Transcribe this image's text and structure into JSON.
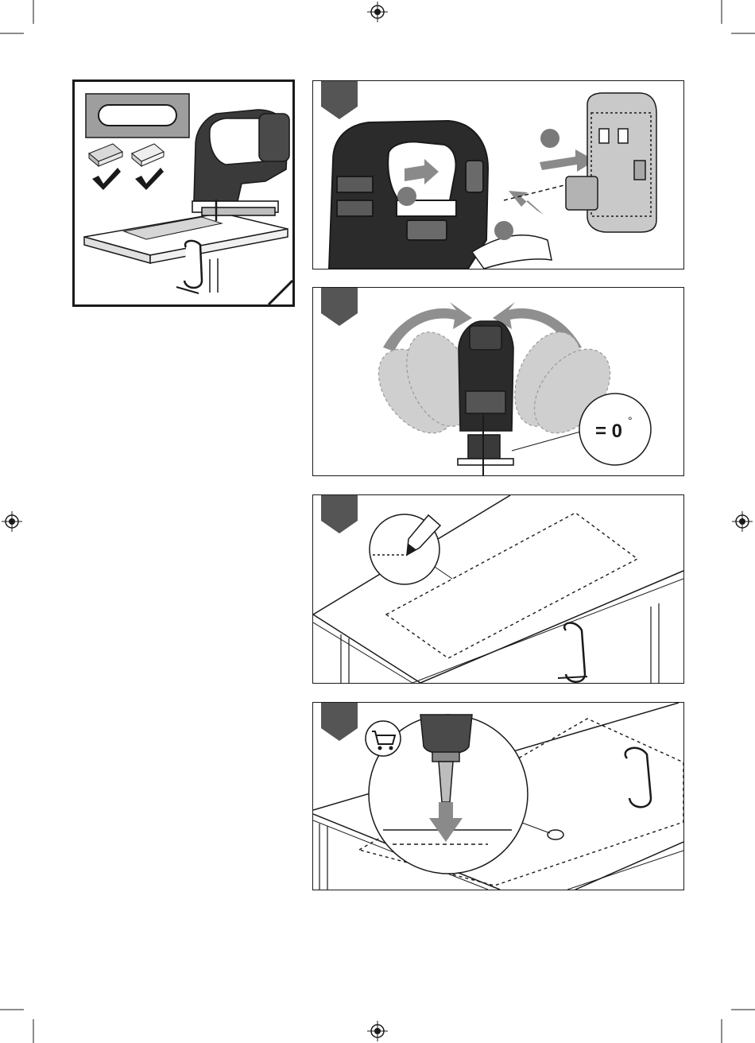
{
  "page": {
    "background": "#ffffff",
    "ink": "#1a1a1a",
    "flag_color": "#555555",
    "shade_color": "#bdbdbd"
  },
  "panels": [
    {
      "id": "intro",
      "description_icon": "jigsaw-on-clamped-workpiece",
      "material_icons": [
        "wood-icon",
        "board-icon"
      ],
      "checkmarks": 2
    },
    {
      "id": "step-1",
      "callout_numbers": 3
    },
    {
      "id": "step-2",
      "angle_text": "= 0",
      "degree_symbol": "°"
    },
    {
      "id": "step-3"
    },
    {
      "id": "step-4",
      "accessory_icon": "shopping-cart-icon"
    }
  ]
}
